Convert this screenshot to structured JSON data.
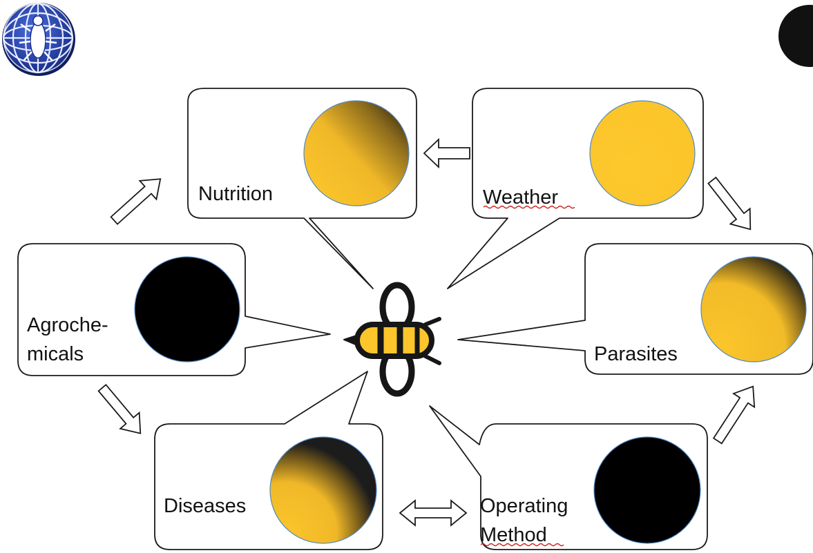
{
  "colors": {
    "gold": "#fbc52b",
    "gold_dark": "#b8891c",
    "dark": "#161616",
    "black": "#000000",
    "logo_blue": "#2546b8",
    "circle_edge": "#4f88c6",
    "spellcheck": "#d21f1f"
  },
  "nodes": {
    "nutrition": {
      "label": "Nutrition",
      "status": "mostly-gold"
    },
    "weather": {
      "label": "Weather",
      "status": "gold"
    },
    "agrochemicals": {
      "label_line1": "Agroche-",
      "label_line2": "micals",
      "status": "black"
    },
    "parasites": {
      "label": "Parasites",
      "status": "mostly-gold"
    },
    "diseases": {
      "label": "Diseases",
      "status": "half-gold"
    },
    "operating_method": {
      "label_line1": "Operating",
      "label_line2": "Method",
      "status": "black"
    }
  },
  "icons": {
    "logo": "bee-globe-logo-icon",
    "center": "bee-icon",
    "corner": "black-circle-icon"
  }
}
